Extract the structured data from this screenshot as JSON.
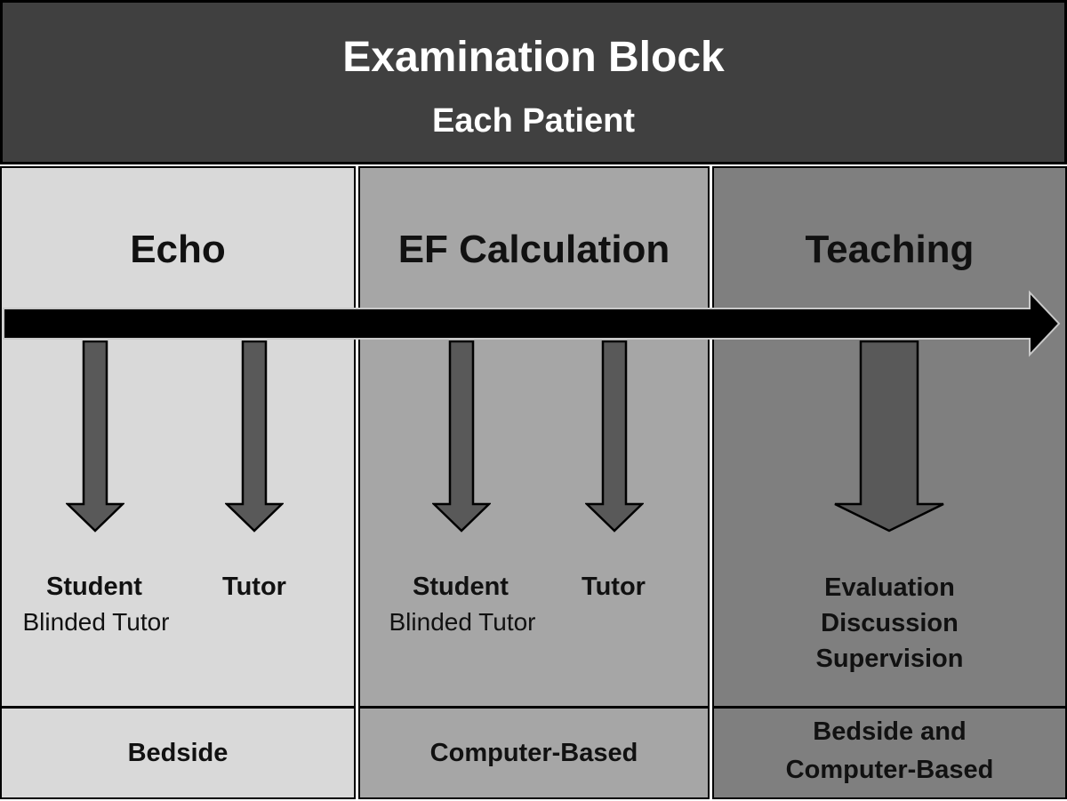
{
  "header": {
    "title": "Examination Block",
    "subtitle": "Each Patient"
  },
  "columns": [
    {
      "title": "Echo",
      "roles": [
        "Student",
        "Tutor"
      ],
      "note": "Blinded Tutor",
      "mode_lines": [
        "Bedside"
      ]
    },
    {
      "title": "EF Calculation",
      "roles": [
        "Student",
        "Tutor"
      ],
      "note": "Blinded Tutor",
      "mode_lines": [
        "Computer-Based"
      ]
    },
    {
      "title": "Teaching",
      "activities": [
        "Evaluation",
        "Discussion",
        "Supervision"
      ],
      "mode_lines": [
        "Bedside and",
        "Computer-Based"
      ]
    }
  ],
  "icons": {
    "timeline_arrow": "right-arrow",
    "flow_arrow": "down-arrow"
  },
  "colors": {
    "header_bg": "#404040",
    "header_text": "#ffffff",
    "echo_bg": "#d9d9d9",
    "ef_bg": "#a6a6a6",
    "teaching_bg": "#7f7f7f",
    "down_arrow_fill": "#595959",
    "down_arrow_stroke": "#000000",
    "timeline_fill": "#000000",
    "timeline_stroke": "#c9c9c9",
    "border": "#000000",
    "text": "#111111"
  }
}
